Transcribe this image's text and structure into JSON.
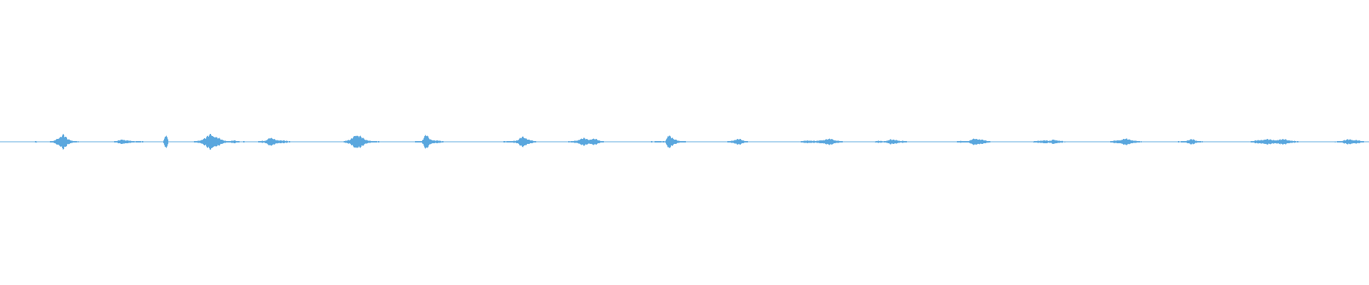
{
  "waveform": {
    "color": "#5aa7de",
    "background": "#ffffff",
    "duration_fraction_points": [
      [
        0.0,
        0.01
      ],
      [
        0.024,
        0.02
      ],
      [
        0.026,
        0.08
      ],
      [
        0.03,
        0.02
      ],
      [
        0.034,
        0.05
      ],
      [
        0.039,
        0.1
      ],
      [
        0.043,
        0.55
      ],
      [
        0.046,
        0.85
      ],
      [
        0.049,
        0.35
      ],
      [
        0.053,
        0.12
      ],
      [
        0.058,
        0.04
      ],
      [
        0.064,
        0.01
      ],
      [
        0.075,
        0.02
      ],
      [
        0.081,
        0.06
      ],
      [
        0.085,
        0.08
      ],
      [
        0.089,
        0.3
      ],
      [
        0.092,
        0.18
      ],
      [
        0.097,
        0.07
      ],
      [
        0.101,
        0.1
      ],
      [
        0.105,
        0.05
      ],
      [
        0.111,
        0.02
      ],
      [
        0.119,
        0.03
      ],
      [
        0.121,
        0.9
      ],
      [
        0.123,
        0.02
      ],
      [
        0.133,
        0.03
      ],
      [
        0.14,
        0.05
      ],
      [
        0.145,
        0.12
      ],
      [
        0.15,
        0.45
      ],
      [
        0.154,
        0.95
      ],
      [
        0.158,
        0.55
      ],
      [
        0.162,
        0.22
      ],
      [
        0.166,
        0.08
      ],
      [
        0.171,
        0.14
      ],
      [
        0.176,
        0.07
      ],
      [
        0.185,
        0.03
      ],
      [
        0.193,
        0.12
      ],
      [
        0.197,
        0.48
      ],
      [
        0.201,
        0.24
      ],
      [
        0.205,
        0.18
      ],
      [
        0.209,
        0.1
      ],
      [
        0.214,
        0.04
      ],
      [
        0.226,
        0.02
      ],
      [
        0.245,
        0.03
      ],
      [
        0.251,
        0.08
      ],
      [
        0.256,
        0.25
      ],
      [
        0.26,
        0.95
      ],
      [
        0.263,
        0.65
      ],
      [
        0.267,
        0.22
      ],
      [
        0.272,
        0.1
      ],
      [
        0.281,
        0.03
      ],
      [
        0.294,
        0.02
      ],
      [
        0.303,
        0.06
      ],
      [
        0.308,
        0.12
      ],
      [
        0.311,
        0.85
      ],
      [
        0.314,
        0.28
      ],
      [
        0.319,
        0.16
      ],
      [
        0.324,
        0.05
      ],
      [
        0.336,
        0.02
      ],
      [
        0.355,
        0.02
      ],
      [
        0.365,
        0.04
      ],
      [
        0.373,
        0.1
      ],
      [
        0.378,
        0.16
      ],
      [
        0.382,
        0.7
      ],
      [
        0.386,
        0.25
      ],
      [
        0.39,
        0.1
      ],
      [
        0.396,
        0.03
      ],
      [
        0.41,
        0.02
      ],
      [
        0.418,
        0.08
      ],
      [
        0.422,
        0.18
      ],
      [
        0.426,
        0.42
      ],
      [
        0.43,
        0.3
      ],
      [
        0.434,
        0.36
      ],
      [
        0.438,
        0.14
      ],
      [
        0.443,
        0.04
      ],
      [
        0.466,
        0.02
      ],
      [
        0.474,
        0.05
      ],
      [
        0.48,
        0.1
      ],
      [
        0.486,
        0.06
      ],
      [
        0.488,
        0.92
      ],
      [
        0.492,
        0.3
      ],
      [
        0.497,
        0.1
      ],
      [
        0.504,
        0.03
      ],
      [
        0.522,
        0.02
      ],
      [
        0.531,
        0.05
      ],
      [
        0.536,
        0.18
      ],
      [
        0.54,
        0.34
      ],
      [
        0.544,
        0.12
      ],
      [
        0.548,
        0.04
      ],
      [
        0.562,
        0.02
      ],
      [
        0.58,
        0.02
      ],
      [
        0.586,
        0.08
      ],
      [
        0.59,
        0.16
      ],
      [
        0.596,
        0.1
      ],
      [
        0.603,
        0.26
      ],
      [
        0.607,
        0.34
      ],
      [
        0.612,
        0.12
      ],
      [
        0.618,
        0.04
      ],
      [
        0.636,
        0.02
      ],
      [
        0.642,
        0.12
      ],
      [
        0.646,
        0.06
      ],
      [
        0.65,
        0.28
      ],
      [
        0.654,
        0.2
      ],
      [
        0.659,
        0.12
      ],
      [
        0.664,
        0.05
      ],
      [
        0.68,
        0.02
      ],
      [
        0.696,
        0.03
      ],
      [
        0.702,
        0.1
      ],
      [
        0.708,
        0.1
      ],
      [
        0.712,
        0.4
      ],
      [
        0.716,
        0.3
      ],
      [
        0.721,
        0.12
      ],
      [
        0.728,
        0.03
      ],
      [
        0.745,
        0.02
      ],
      [
        0.757,
        0.08
      ],
      [
        0.763,
        0.2
      ],
      [
        0.767,
        0.1
      ],
      [
        0.77,
        0.3
      ],
      [
        0.774,
        0.12
      ],
      [
        0.78,
        0.03
      ],
      [
        0.8,
        0.02
      ],
      [
        0.808,
        0.03
      ],
      [
        0.813,
        0.1
      ],
      [
        0.818,
        0.22
      ],
      [
        0.822,
        0.36
      ],
      [
        0.826,
        0.24
      ],
      [
        0.831,
        0.1
      ],
      [
        0.836,
        0.03
      ],
      [
        0.852,
        0.02
      ],
      [
        0.862,
        0.06
      ],
      [
        0.867,
        0.14
      ],
      [
        0.871,
        0.3
      ],
      [
        0.875,
        0.12
      ],
      [
        0.88,
        0.04
      ],
      [
        0.896,
        0.02
      ],
      [
        0.91,
        0.04
      ],
      [
        0.915,
        0.1
      ],
      [
        0.92,
        0.18
      ],
      [
        0.925,
        0.32
      ],
      [
        0.93,
        0.2
      ],
      [
        0.934,
        0.24
      ],
      [
        0.939,
        0.3
      ],
      [
        0.944,
        0.12
      ],
      [
        0.95,
        0.04
      ],
      [
        0.966,
        0.02
      ],
      [
        0.974,
        0.04
      ],
      [
        0.98,
        0.1
      ],
      [
        0.985,
        0.28
      ],
      [
        0.99,
        0.22
      ],
      [
        0.995,
        0.1
      ],
      [
        1.0,
        0.02
      ]
    ]
  }
}
